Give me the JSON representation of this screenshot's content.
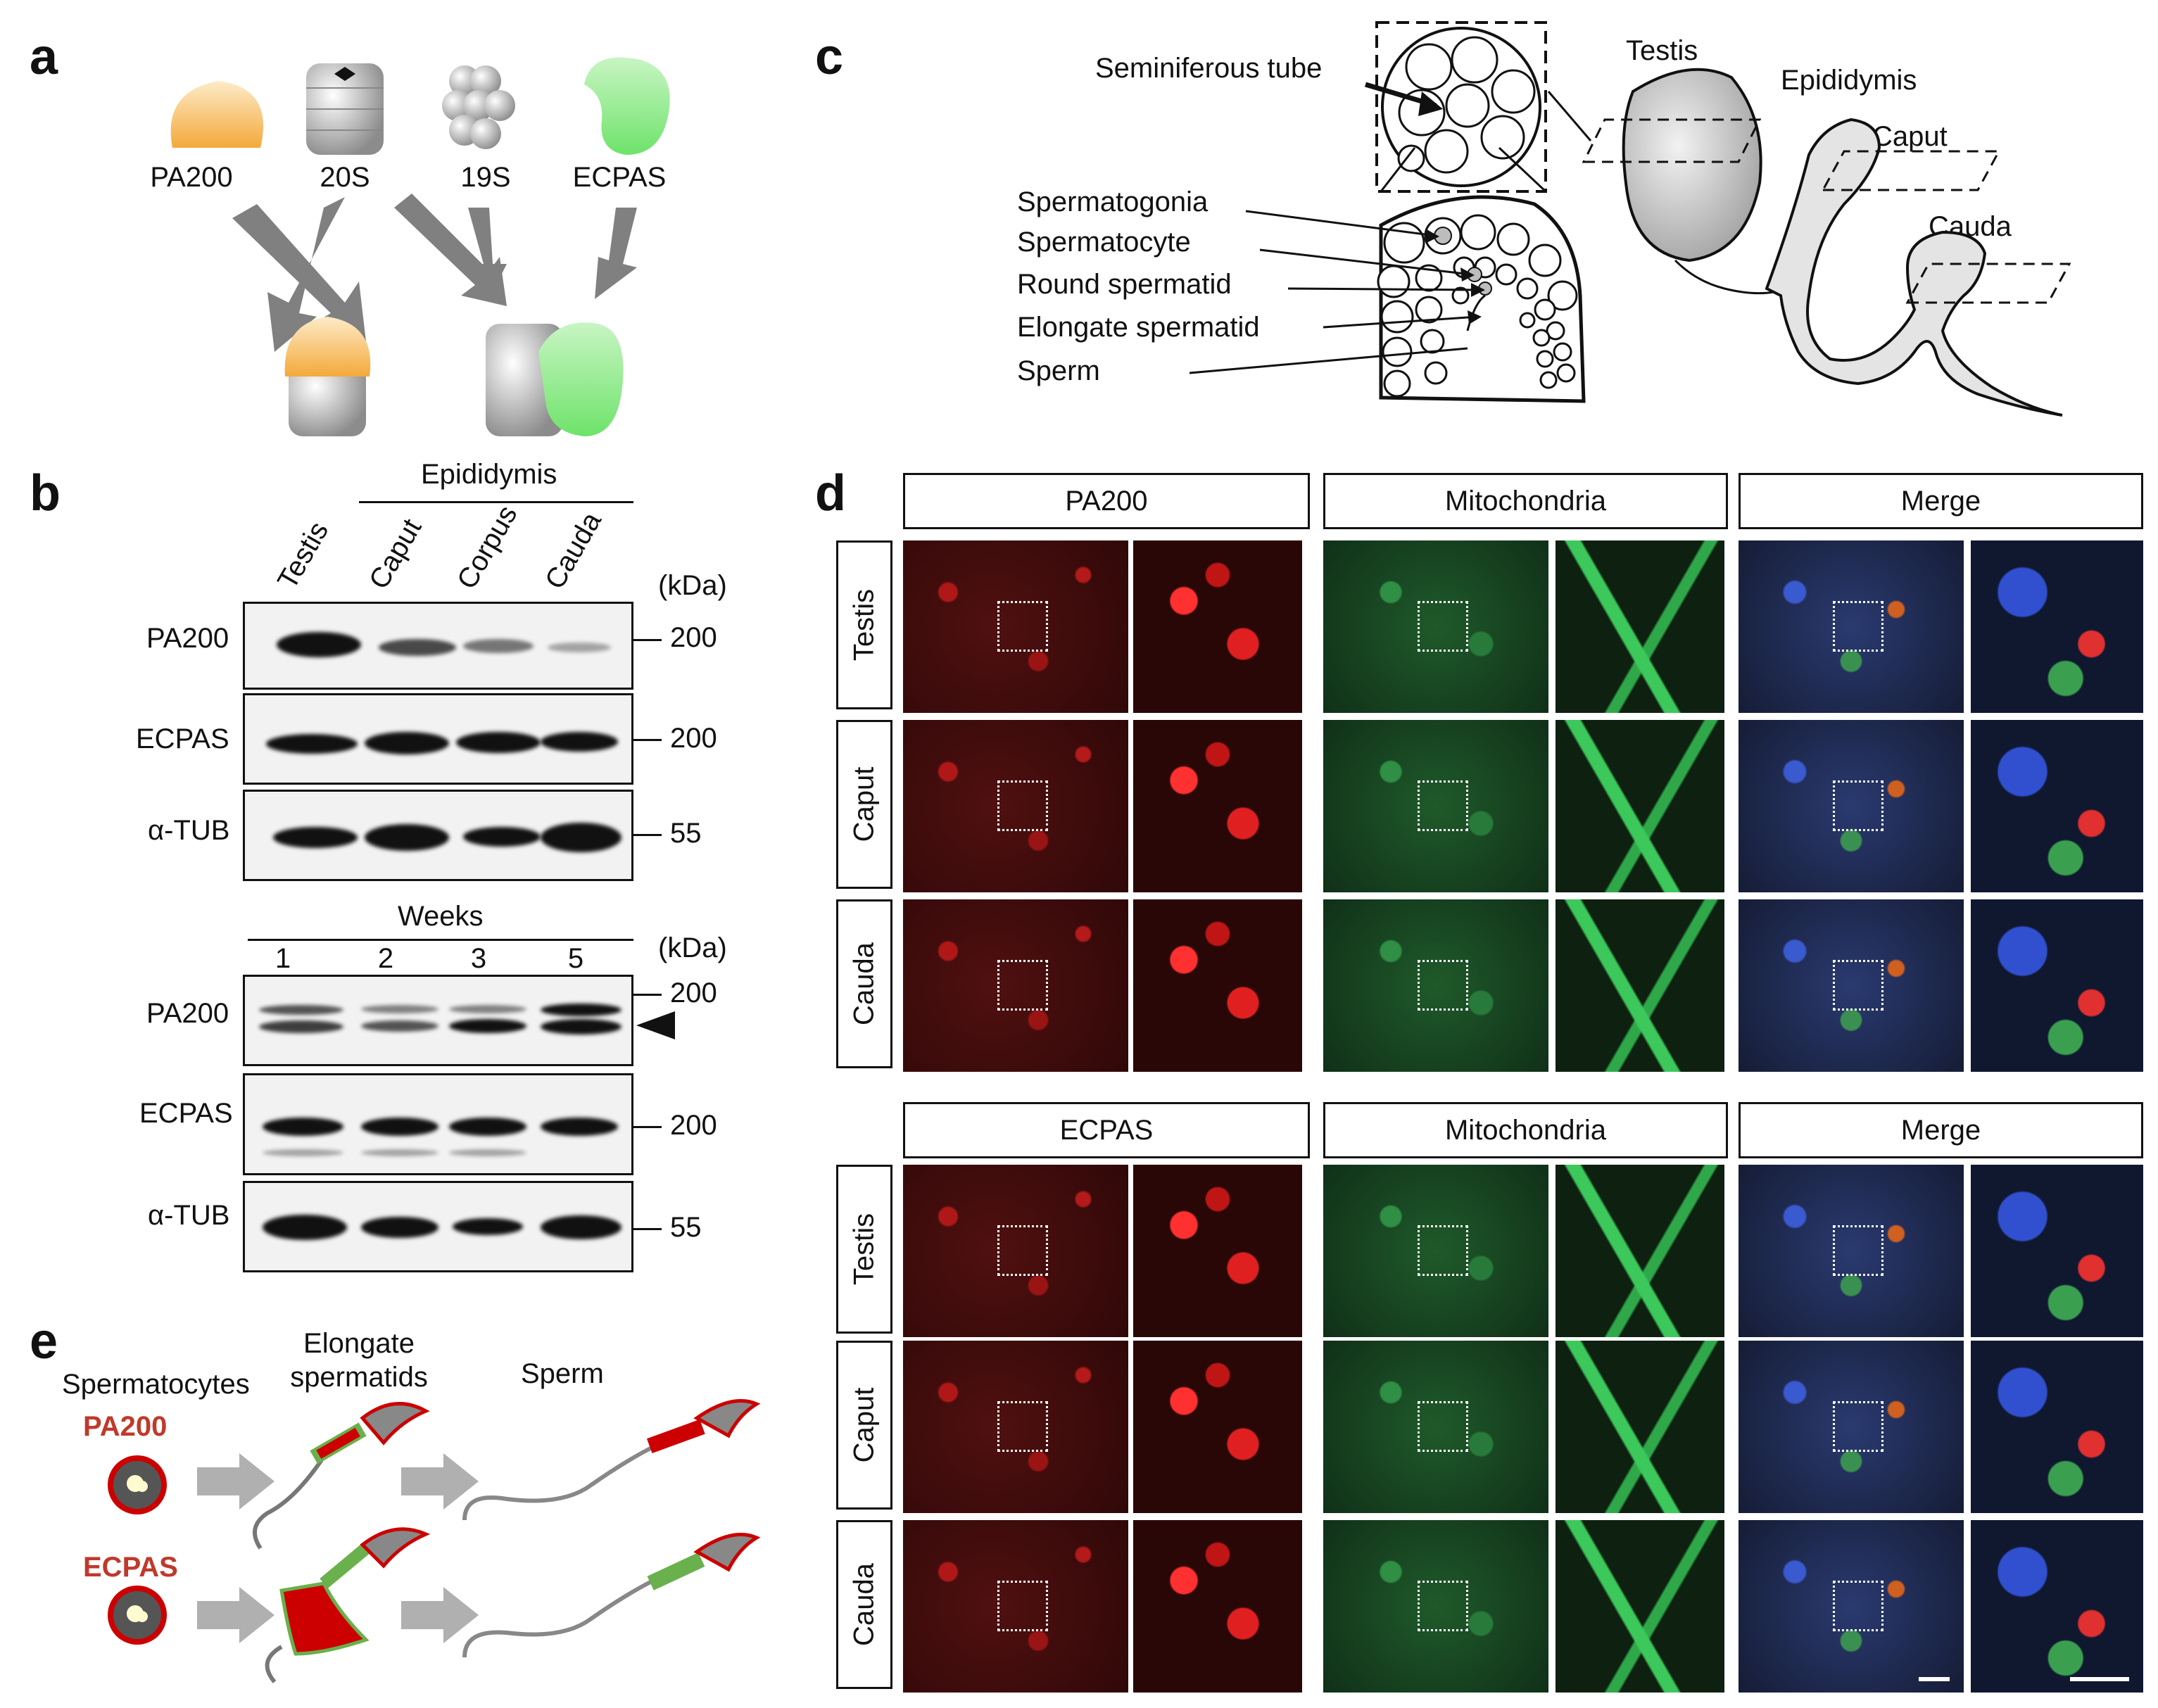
{
  "panels": {
    "a": "a",
    "b": "b",
    "c": "c",
    "d": "d",
    "e": "e"
  },
  "panel_a": {
    "labels": [
      "PA200",
      "20S",
      "19S",
      "ECPAS"
    ],
    "colors": {
      "pa200": "#f4a93a",
      "ecpas": "#7de37a",
      "core": "#bdbdbd"
    }
  },
  "panel_b": {
    "top": {
      "group_label": "Epididymis",
      "lanes": [
        "Testis",
        "Caput",
        "Corpus",
        "Cauda"
      ],
      "unit": "(kDa)",
      "rows": [
        {
          "name": "PA200",
          "marker": "200"
        },
        {
          "name": "ECPAS",
          "marker": "200"
        },
        {
          "name": "α-TUB",
          "marker": "55"
        }
      ]
    },
    "bottom": {
      "group_label": "Weeks",
      "lanes": [
        "1",
        "2",
        "3",
        "5"
      ],
      "unit": "(kDa)",
      "rows": [
        {
          "name": "PA200",
          "marker": "200"
        },
        {
          "name": "ECPAS",
          "marker": "200"
        },
        {
          "name": "α-TUB",
          "marker": "55"
        }
      ]
    }
  },
  "panel_c": {
    "tube_label": "Seminiferous tube",
    "cell_labels": [
      "Spermatogonia",
      "Spermatocyte",
      "Round spermatid",
      "Elongate spermatid",
      "Sperm"
    ],
    "organ_labels": [
      "Testis",
      "Epididymis",
      "Caput",
      "Cauda"
    ]
  },
  "panel_d": {
    "top_headers": [
      "PA200",
      "Mitochondria",
      "Merge"
    ],
    "bottom_headers": [
      "ECPAS",
      "Mitochondria",
      "Merge"
    ],
    "rows": [
      "Testis",
      "Caput",
      "Cauda"
    ]
  },
  "panel_e": {
    "stages": [
      "Spermatocytes",
      "Elongate\nspermatids",
      "Sperm"
    ],
    "proteins": [
      "PA200",
      "ECPAS"
    ],
    "colors": {
      "protein_label": "#c0392b",
      "red": "#cc0000",
      "green": "#6ab04c",
      "gray": "#888888"
    }
  }
}
